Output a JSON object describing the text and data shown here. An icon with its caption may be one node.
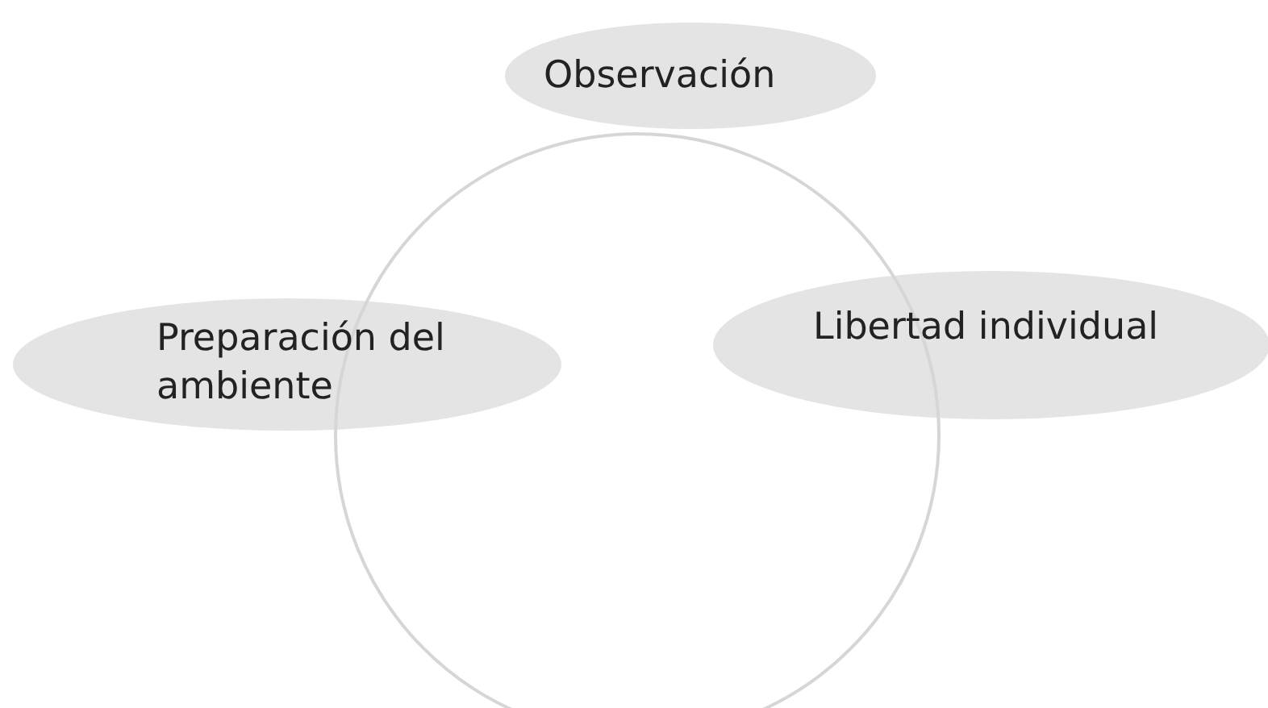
{
  "diagram": {
    "nodes": [
      {
        "text": [
          "Observación"
        ]
      },
      {
        "text": [
          "Preparación del ambiente"
        ]
      },
      {
        "text": [
          "Libertad individual"
        ]
      },
      {
        "text": [],
        "shape": "circle"
      }
    ]
  }
}
